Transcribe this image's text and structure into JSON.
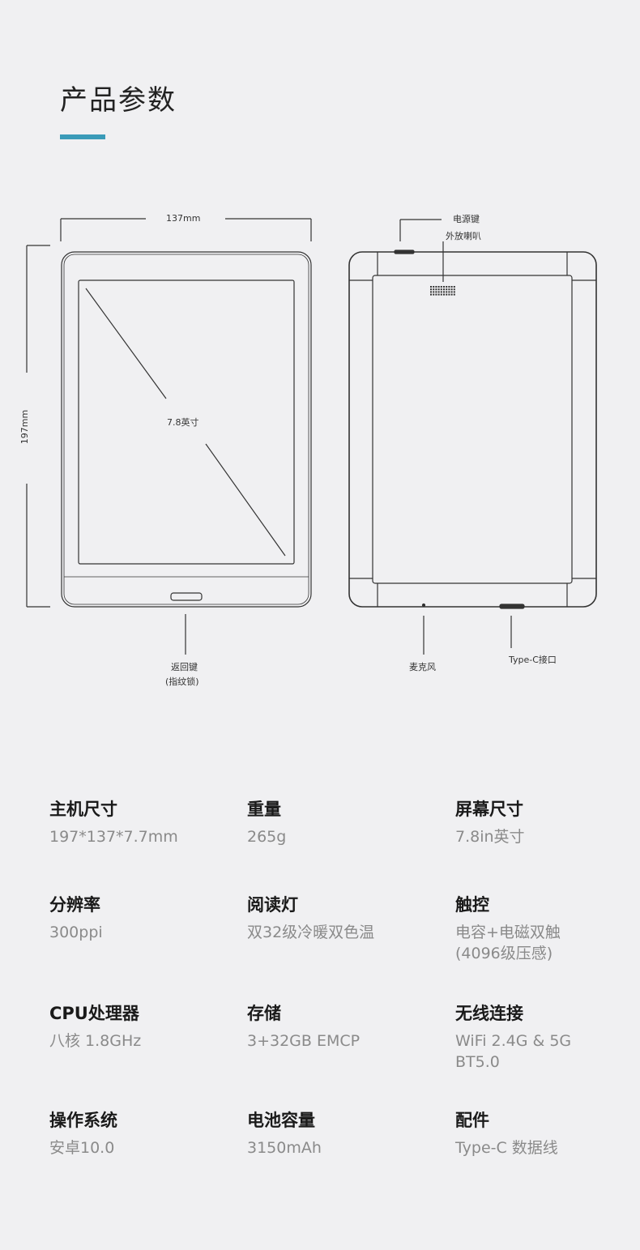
{
  "page": {
    "title": "产品参数",
    "accent_color": "#3a9bb8"
  },
  "front_view": {
    "width_label": "137mm",
    "height_label": "197mm",
    "screen_label": "7.8英寸",
    "button_label": "返回键",
    "button_sublabel": "(指纹锁)"
  },
  "back_view": {
    "power_label": "电源键",
    "speaker_label": "外放喇叭",
    "mic_label": "麦克风",
    "port_label": "Type-C接口"
  },
  "specs": [
    {
      "title": "主机尺寸",
      "value": [
        "197*137*7.7mm"
      ]
    },
    {
      "title": "重量",
      "value": [
        "265g"
      ]
    },
    {
      "title": "屏幕尺寸",
      "value": [
        "7.8in英寸"
      ]
    },
    {
      "title": "分辨率",
      "value": [
        "300ppi"
      ]
    },
    {
      "title": "阅读灯",
      "value": [
        "双32级冷暖双色温"
      ]
    },
    {
      "title": "触控",
      "value": [
        "电容+电磁双触",
        "(4096级压感)"
      ]
    },
    {
      "title": "CPU处理器",
      "value": [
        "八核 1.8GHz"
      ]
    },
    {
      "title": "存储",
      "value": [
        "3+32GB EMCP"
      ]
    },
    {
      "title": "无线连接",
      "value": [
        "WiFi 2.4G & 5G",
        "BT5.0"
      ]
    },
    {
      "title": "操作系统",
      "value": [
        "安卓10.0"
      ]
    },
    {
      "title": "电池容量",
      "value": [
        "3150mAh"
      ]
    },
    {
      "title": "配件",
      "value": [
        "Type-C 数据线"
      ]
    }
  ]
}
